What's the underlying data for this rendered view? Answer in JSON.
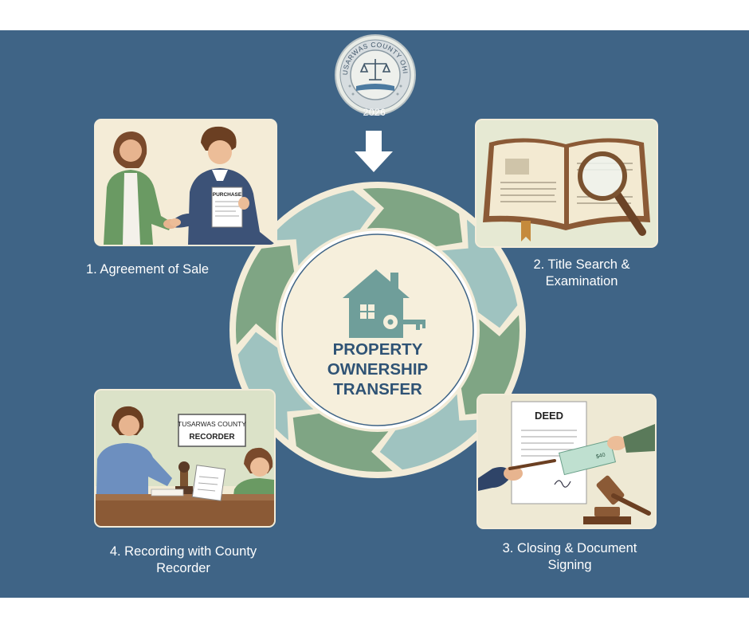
{
  "seal": {
    "ring_text": "TUSARWAS COUNTY OHIO",
    "year": "2026",
    "icon": "scales-of-justice-icon"
  },
  "center": {
    "title_lines": [
      "PROPERTY",
      "OWNERSHIP",
      "TRANSFER"
    ],
    "icon": "house-with-key-icon"
  },
  "steps": [
    {
      "label_lines": [
        "1. Agreement of Sale"
      ],
      "document_text": "PURCHASE"
    },
    {
      "label_lines": [
        "2. Title Search &",
        "Examination"
      ]
    },
    {
      "label_lines": [
        "3. Closing & Document",
        "Signing"
      ],
      "document_text": "DEED",
      "check_amount": "$40"
    },
    {
      "label_lines": [
        "4. Recording with County",
        "Recorder"
      ],
      "sign_lines": [
        "TUSARWAS COUNTY",
        "RECORDER"
      ]
    }
  ],
  "colors": {
    "background": "#3f6486",
    "ring_green": "#7fa584",
    "ring_teal": "#9fc3c0",
    "center_fill": "#f6efdc",
    "title_text": "#2f5375",
    "label_text": "#ffffff"
  }
}
